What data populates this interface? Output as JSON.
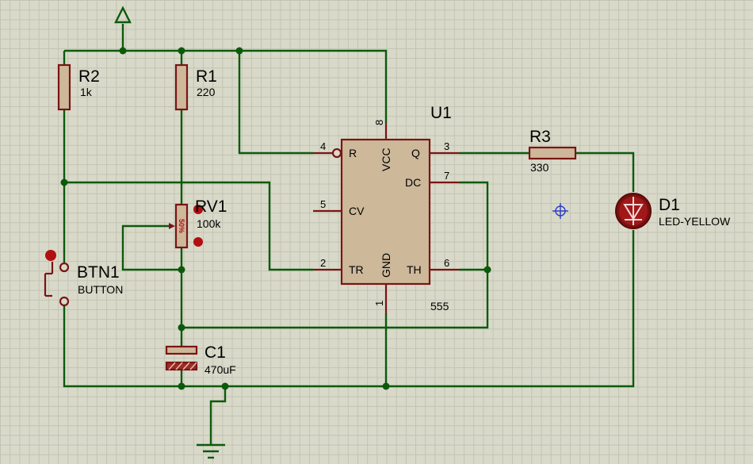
{
  "components": {
    "r2": {
      "ref": "R2",
      "value": "1k"
    },
    "r1": {
      "ref": "R1",
      "value": "220"
    },
    "r3": {
      "ref": "R3",
      "value": "330"
    },
    "rv1": {
      "ref": "RV1",
      "value": "100k",
      "wiper": "50%"
    },
    "btn1": {
      "ref": "BTN1",
      "value": "BUTTON"
    },
    "c1": {
      "ref": "C1",
      "value": "470uF"
    },
    "d1": {
      "ref": "D1",
      "value": "LED-YELLOW"
    },
    "u1": {
      "ref": "U1",
      "value": "555",
      "pins": {
        "r": {
          "num": "4",
          "name": "R"
        },
        "cv": {
          "num": "5",
          "name": "CV"
        },
        "tr": {
          "num": "2",
          "name": "TR"
        },
        "vcc": {
          "num": "8",
          "name": "VCC"
        },
        "gnd": {
          "num": "1",
          "name": "GND"
        },
        "q": {
          "num": "3",
          "name": "Q"
        },
        "dc": {
          "num": "7",
          "name": "DC"
        },
        "th": {
          "num": "6",
          "name": "TH"
        }
      }
    }
  },
  "colors": {
    "background": "#d9d9ca",
    "wire": "#0b5a0b",
    "component_outline": "#7a1414",
    "component_fill": "#cdb89a"
  }
}
